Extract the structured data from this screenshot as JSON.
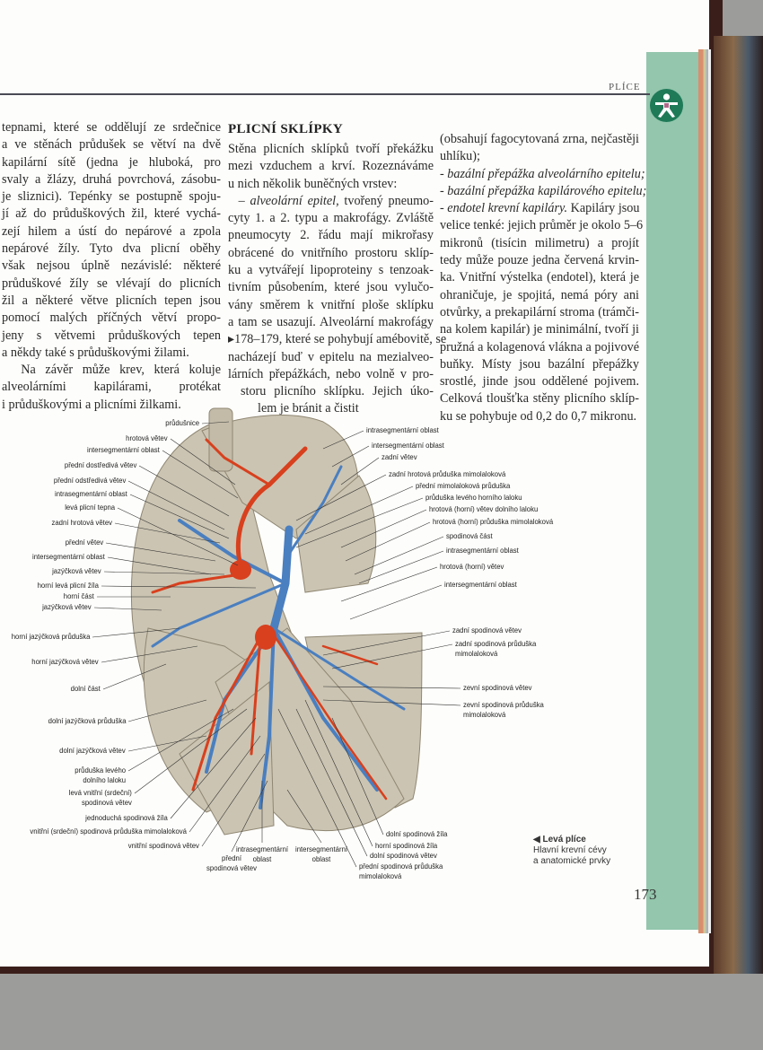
{
  "header": {
    "running_head": "PLÍCE",
    "section_icon": "human-figure-icon"
  },
  "column1": {
    "lines": [
      [
        [
          "tepnami, které se oddělují ze srdečnice",
          0
        ]
      ],
      [
        [
          "a ve stěnách průdušek se větví na dvě",
          0
        ]
      ],
      [
        [
          "kapilární sítě (jedna je hluboká, pro",
          0
        ]
      ],
      [
        [
          "svaly a žlázy, druhá povrchová, zásobu-",
          0
        ]
      ],
      [
        [
          "je sliznici). Tepénky se postupně spoju-",
          0
        ]
      ],
      [
        [
          "jí až do průduškových žil, které vychá-",
          0
        ]
      ],
      [
        [
          "zejí hilem a ústí do nepárové a zpola",
          0
        ]
      ],
      [
        [
          "nepárové žíly. Tyto dva plicní oběhy",
          0
        ]
      ],
      [
        [
          "však nejsou úplně nezávislé: některé",
          0
        ]
      ],
      [
        [
          "průduškové žíly se vlévají do plicních",
          0
        ]
      ],
      [
        [
          "žil a některé větve plicních tepen jsou",
          0
        ]
      ],
      [
        [
          "pomocí malých příčných větví propo-",
          0
        ]
      ],
      [
        [
          "jeny s větvemi průduškových tepen",
          0
        ]
      ],
      [
        [
          "a někdy také s průduškovými žilami.",
          0
        ]
      ],
      [
        [
          "  Na závěr může krev, která koluje",
          0
        ]
      ],
      [
        [
          "alveolárními kapilárami, protékat",
          0
        ]
      ],
      [
        [
          "i průduškovými a plicními žilkami.",
          0
        ]
      ]
    ]
  },
  "column2": {
    "heading": "PLICNÍ SKLÍPKY",
    "lines": [
      [
        [
          "Stěna plicních sklípků tvoří překážku",
          0
        ]
      ],
      [
        [
          "mezi vzduchem a krví. Rozeznáváme",
          0
        ]
      ],
      [
        [
          "u nich několik buněčných vrstev:",
          0
        ]
      ],
      [
        [
          "  – ",
          0
        ],
        [
          "alveolární epitel,",
          1
        ],
        [
          " tvořený pneumo-",
          0
        ]
      ],
      [
        [
          "cyty 1. a 2. typu a makrofágy. Zvláště",
          0
        ]
      ],
      [
        [
          "pneumocyty 2. řádu mají mikrořasy",
          0
        ]
      ],
      [
        [
          "obrácené do vnitřního prostoru sklíp-",
          0
        ]
      ],
      [
        [
          "ku a vytvářejí lipoproteiny s tenzoak-",
          0
        ]
      ],
      [
        [
          "tivním působením, které jsou vylučo-",
          0
        ]
      ],
      [
        [
          "vány směrem k vnitřní ploše sklípku",
          0
        ]
      ],
      [
        [
          "a tam se usazují. Alveolární makrofágy",
          0
        ]
      ],
      [
        [
          "▸178–179, které se pohybují amébovitě, se",
          0
        ]
      ],
      [
        [
          "nacházejí buď v epitelu na mezialveo-",
          0
        ]
      ],
      [
        [
          "lárních přepážkách, nebo volně v pro-",
          0
        ]
      ],
      [
        [
          "storu plicního sklípku. Jejich úko-",
          0
        ]
      ],
      [
        [
          "lem je bránit a čistit",
          0
        ]
      ]
    ]
  },
  "column3": {
    "lines": [
      [
        [
          "(obsahují fagocytovaná zrna, nejčastěji",
          0
        ]
      ],
      [
        [
          "uhlíku);",
          0
        ]
      ],
      [
        [
          "- bazální přepážka alveolárního epitelu;",
          1
        ]
      ],
      [
        [
          "- bazální přepážka kapilárového epitelu;",
          1
        ]
      ],
      [
        [
          "- endotel krevní kapiláry.",
          1
        ],
        [
          " Kapiláry jsou",
          0
        ]
      ],
      [
        [
          "velice tenké: jejich průměr je okolo 5–6",
          0
        ]
      ],
      [
        [
          "mikronů (tisícin milimetru) a projít",
          0
        ]
      ],
      [
        [
          "tedy může pouze jedna červená krvin-",
          0
        ]
      ],
      [
        [
          "ka. Vnitřní výstelka (endotel), která je",
          0
        ]
      ],
      [
        [
          "ohraničuje, je spojitá, nemá póry ani",
          0
        ]
      ],
      [
        [
          "otvůrky, a prekapilární stroma (trámči-",
          0
        ]
      ],
      [
        [
          "na kolem kapilár) je minimální, tvoří ji",
          0
        ]
      ],
      [
        [
          "pružná a kolagenová vlákna a pojivové",
          0
        ]
      ],
      [
        [
          "buňky. Místy jsou bazální přepážky",
          0
        ]
      ],
      [
        [
          "srostlé, jinde jsou oddělené pojivem.",
          0
        ]
      ],
      [
        [
          "Celková tloušťka stěny plicního sklíp-",
          0
        ]
      ],
      [
        [
          "ku se pohybuje od 0,2 do 0,7 mikronu.",
          0
        ]
      ]
    ]
  },
  "figure": {
    "labels_left": [
      "průdušnice",
      "hrotová větev",
      "intersegmentární oblast",
      "přední dostředivá větev",
      "přední odstředivá větev",
      "intrasegmentární oblast",
      "levá plicní tepna",
      "zadní hrotová větev",
      "přední větev",
      "intersegmentární oblast",
      "jazýčková větev",
      "horní levá plicní žíla",
      "horní část",
      "jazýčková větev",
      "horní jazýčková průduška",
      "horní jazýčková větev",
      "dolní část",
      "dolní jazýčková průduška",
      "dolní jazýčková větev",
      "průduška levého\ndolního laloku",
      "levá vnitřní (srdeční)\nspodinová větev",
      "jednoduchá spodinová žíla",
      "vnitřní (srdeční) spodinová průduška mimolaloková",
      "vnitřní spodinová větev",
      "přední\nspodinová větev"
    ],
    "labels_bottom": [
      "intrasegmentární\noblast",
      "intersegmentární\noblast",
      "dolní spodinová žíla",
      "horní spodinová žíla",
      "dolní spodinová větev",
      "přední spodinová průduška\nmimolaloková"
    ],
    "labels_right": [
      "intrasegmentární oblast",
      "intersegmentární oblast",
      "zadní větev",
      "zadní hrotová průduška mimolaloková",
      "přední mimolaloková průduška",
      "průduška levého horního laloku",
      "hrotová (horní) větev dolního laloku",
      "hrotová (horní) průduška mimolaloková",
      "spodinová část",
      "intrasegmentární oblast",
      "hrotová (horní) větev",
      "intersegmentární oblast",
      "zadní spodinová větev",
      "zadní spodinová průduška\nmimolaloková",
      "zevní spodinová větev",
      "zevní spodinová průduška\nmimolaloková"
    ],
    "caption": {
      "title": "Levá plíce",
      "line1": "Hlavní krevní cévy",
      "line2": "a anatomické prvky"
    },
    "colors": {
      "lung": "#cbc4b2",
      "vein": "#4a7fc0",
      "artery": "#d8401e"
    }
  },
  "page_number": "173"
}
